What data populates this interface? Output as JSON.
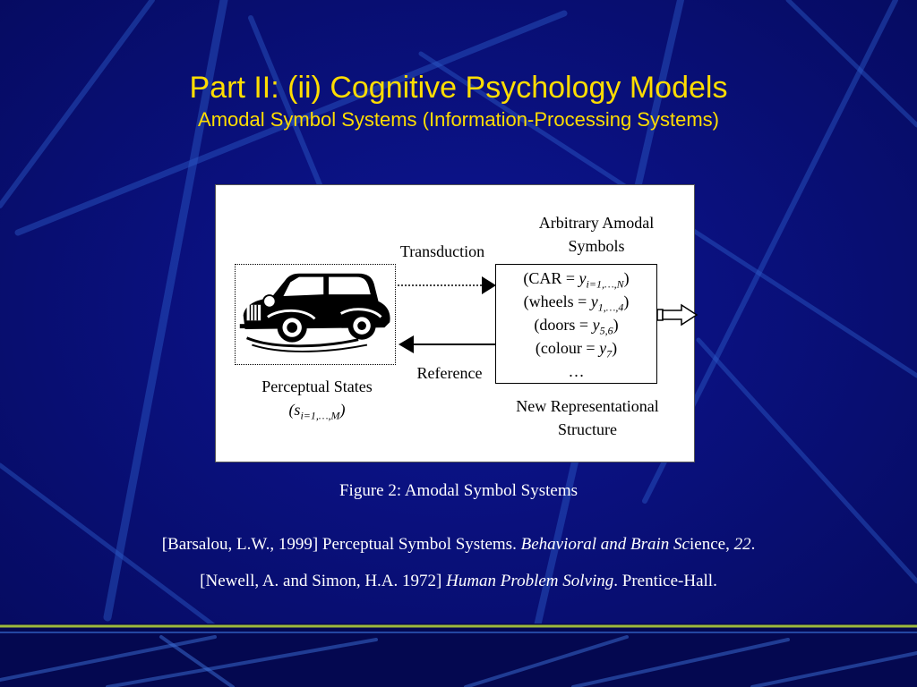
{
  "slide": {
    "title": "Part II: (ii) Cognitive Psychology Models",
    "subtitle": "Amodal Symbol Systems (Information-Processing Systems)",
    "colors": {
      "background": "#0a0f7a",
      "title": "#ffdd00",
      "text": "#ffffff"
    }
  },
  "diagram": {
    "car_icon": "car-icon",
    "transduction_label": "Transduction",
    "reference_label": "Reference",
    "arbitrary_line1": "Arbitrary Amodal",
    "arbitrary_line2": "Symbols",
    "new_rep_line1": "New Representational",
    "new_rep_line2": "Structure",
    "perceptual_label": "Perceptual States",
    "perceptual_formula": {
      "open": "(s",
      "sub": "i=1,…,M",
      "close": ")"
    },
    "symbols": [
      {
        "prefix": "(CAR = ",
        "var": "y",
        "sub": "i=1,…,N",
        "suffix": ")"
      },
      {
        "prefix": "(wheels = ",
        "var": "y",
        "sub": "1,…,4",
        "suffix": ")"
      },
      {
        "prefix": "(doors = ",
        "var": "y",
        "sub": "5,6",
        "suffix": ")"
      },
      {
        "prefix": "(colour = ",
        "var": "y",
        "sub": "7",
        "suffix": ")"
      }
    ],
    "ellipsis": "…"
  },
  "caption": "Figure 2: Amodal Symbol Systems",
  "references": [
    {
      "before": "[Barsalou, L.W., 1999] Perceptual Symbol Systems. ",
      "italic": "Behavioral and Brain Sc",
      "middle": "ience, ",
      "italic2": "22",
      "after": "."
    },
    {
      "before": "[Newell, A. and Simon, H.A. 1972] ",
      "italic": "Human Problem Solving",
      "after": ". Prentice-Hall."
    }
  ]
}
